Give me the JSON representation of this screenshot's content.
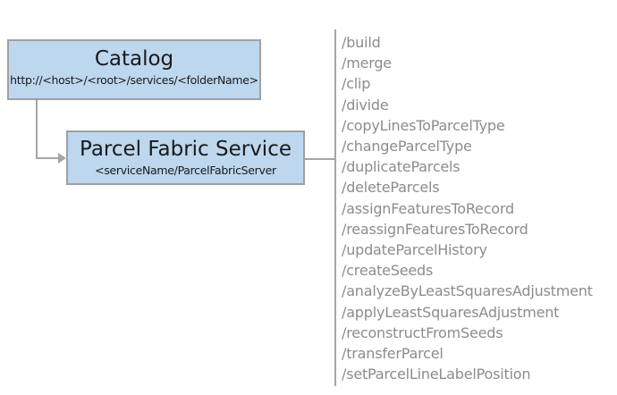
{
  "colors": {
    "box_fill": "#bdd7ee",
    "box_border": "#a0a0a0",
    "connector": "#a6a6a6",
    "endpoint_text": "#8c8c8c",
    "title_text": "#1a1a1a",
    "background": "#ffffff"
  },
  "catalog_box": {
    "title": "Catalog",
    "subtitle": "http://<host>/<root>/services/<folderName>"
  },
  "service_box": {
    "title": "Parcel Fabric Service",
    "subtitle": "<serviceName/ParcelFabricServer"
  },
  "endpoints": [
    "/build",
    "/merge",
    "/clip",
    "/divide",
    "/copyLinesToParcelType",
    "/changeParcelType",
    "/duplicateParcels",
    "/deleteParcels",
    "/assignFeaturesToRecord",
    "/reassignFeaturesToRecord",
    "/updateParcelHistory",
    "/createSeeds",
    "/analyzeByLeastSquaresAdjustment",
    "/applyLeastSquaresAdjustment",
    "/reconstructFromSeeds",
    "/transferParcel",
    "/setParcelLineLabelPosition"
  ]
}
